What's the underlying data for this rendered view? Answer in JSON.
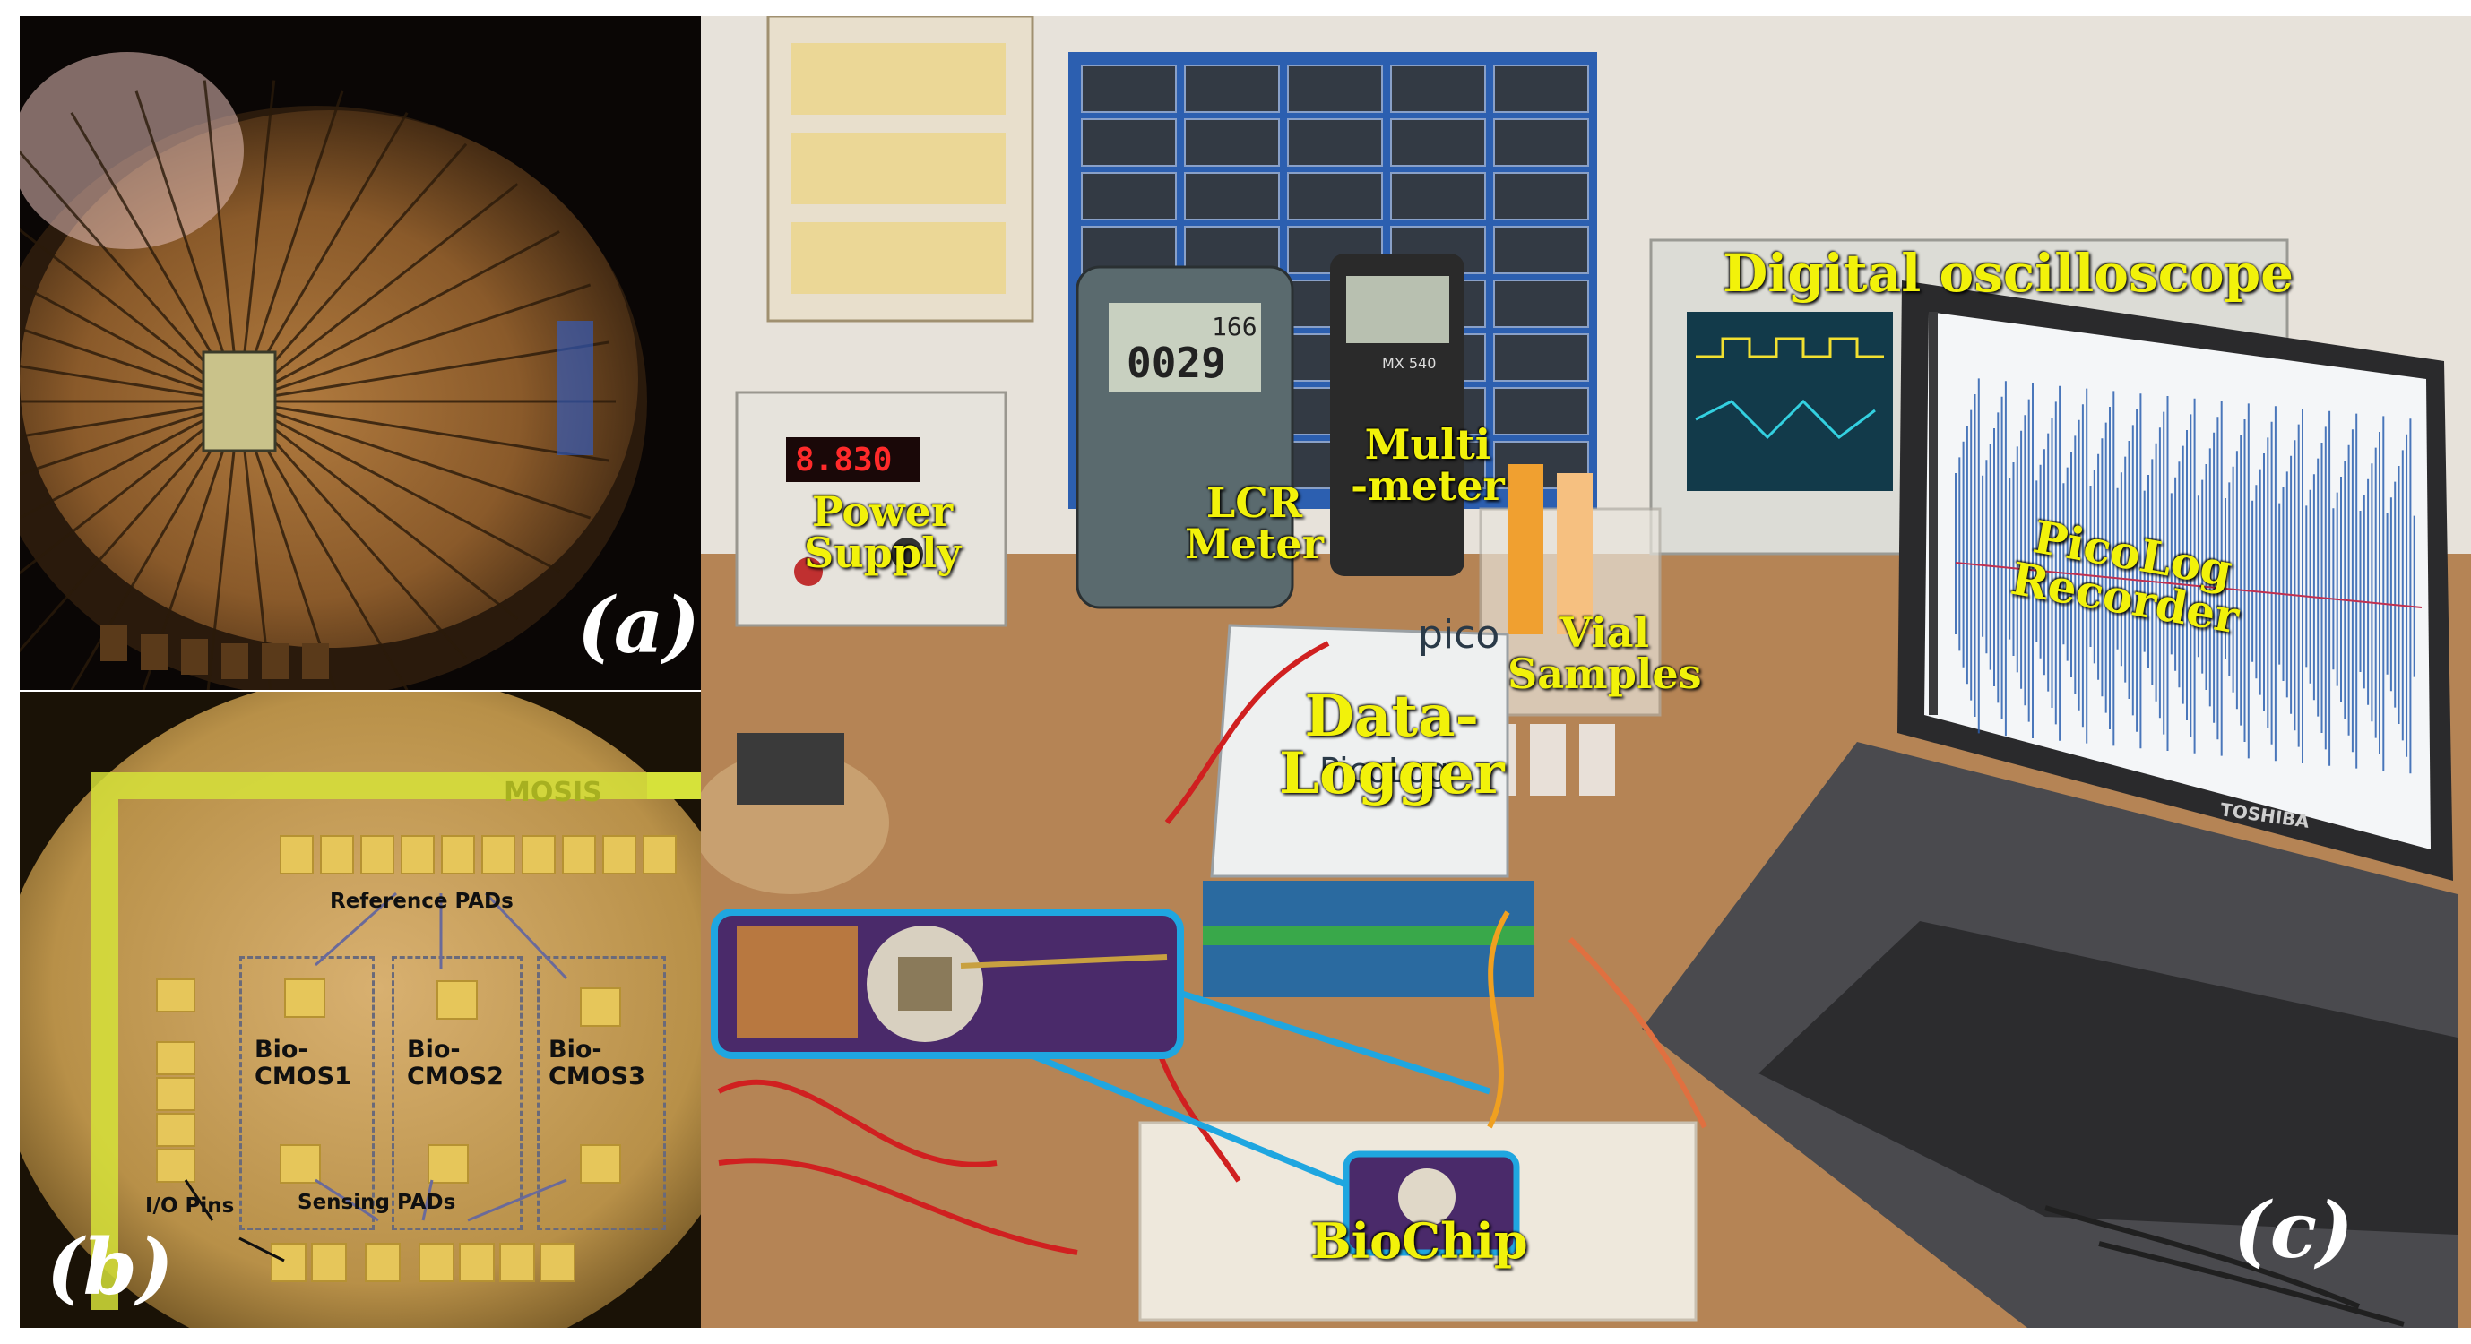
{
  "panels": {
    "a": {
      "letter": "(a)"
    },
    "b": {
      "letter": "(b)",
      "chip_logo": "MOSIS",
      "labels": {
        "reference_pads": "Reference PADs",
        "bio_cmos1": "Bio-\nCMOS1",
        "bio_cmos2": "Bio-\nCMOS2",
        "bio_cmos3": "Bio-\nCMOS3",
        "io_pins": "I/O Pins",
        "sensing_pads": "Sensing PADs"
      }
    },
    "c": {
      "letter": "(c)",
      "labels": {
        "digital_oscilloscope": "Digital oscilloscope",
        "power_supply": "Power\nSupply",
        "lcr_meter": "LCR\nMeter",
        "multimeter": "Multi\n-meter",
        "vial_samples": "Vial\nSamples",
        "data_logger": "Data-\nLogger",
        "picolog_recorder": "PicoLog\nRecorder",
        "biochip": "BioChip"
      },
      "device_text": {
        "pico_brand": "pico",
        "picolog_brand": "PicoLog",
        "laptop_brand": "TOSHIBA",
        "lcr_display_top": "166",
        "lcr_display_main": "0029",
        "psu_display": "8.830",
        "multimeter_model": "MX 540"
      }
    }
  },
  "colors": {
    "label_yellow": "#f2f20a",
    "highlight_blue": "#1fa6e0",
    "pad_gold": "#e6c65a"
  }
}
